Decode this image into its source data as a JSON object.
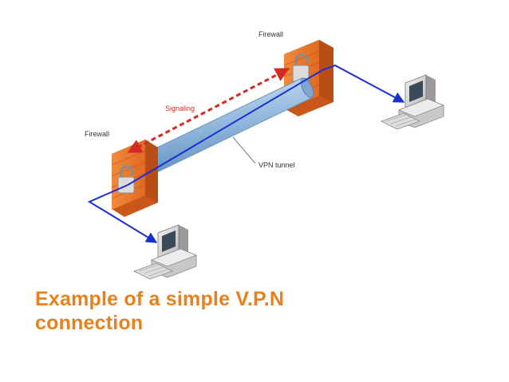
{
  "labels": {
    "firewall_top": "Firewall",
    "firewall_left": "Firewall",
    "signaling": "Signaling",
    "vpn_tunnel": "VPN tunnel"
  },
  "caption": {
    "line1": "Example of a simple V.P.N",
    "line2": "connection"
  },
  "colors": {
    "caption": "#e8801c",
    "firewall": "#e8742a",
    "tunnel": "#8fb4d9",
    "link": "#1c2fd6",
    "signaling": "#d42a24"
  }
}
